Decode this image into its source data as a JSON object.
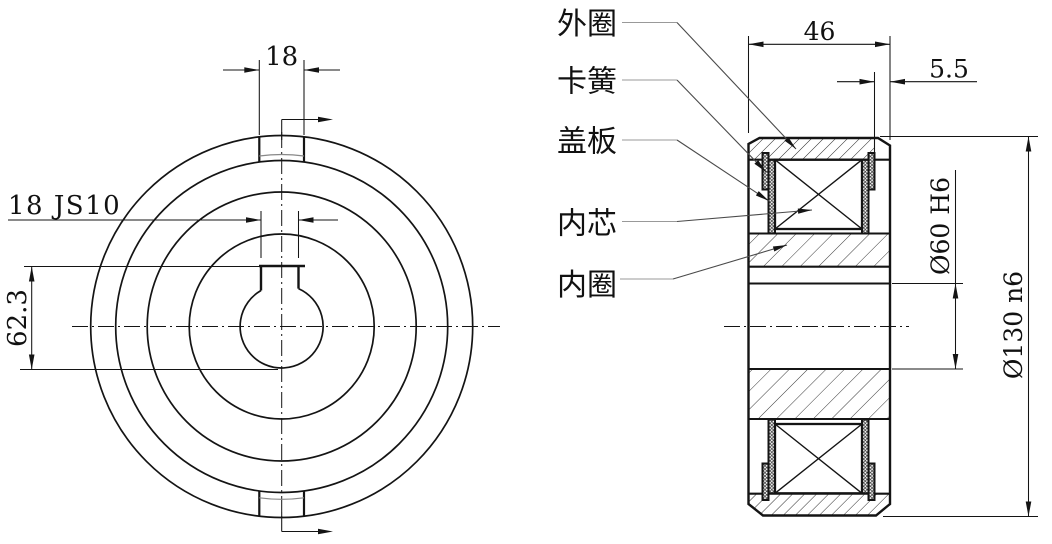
{
  "labels": {
    "outer_ring": "外圈",
    "circlip": "卡簧",
    "cover_plate": "盖板",
    "inner_core": "内芯",
    "inner_ring": "内圈"
  },
  "dimensions": {
    "slot_width": "18",
    "keyway_width": "18 JS10",
    "keyway_to_bore": "62.3",
    "overall_width": "46",
    "snap_ring_offset": "5.5",
    "bore_diameter": "Ø60 H6",
    "outer_diameter": "Ø130 n6"
  }
}
